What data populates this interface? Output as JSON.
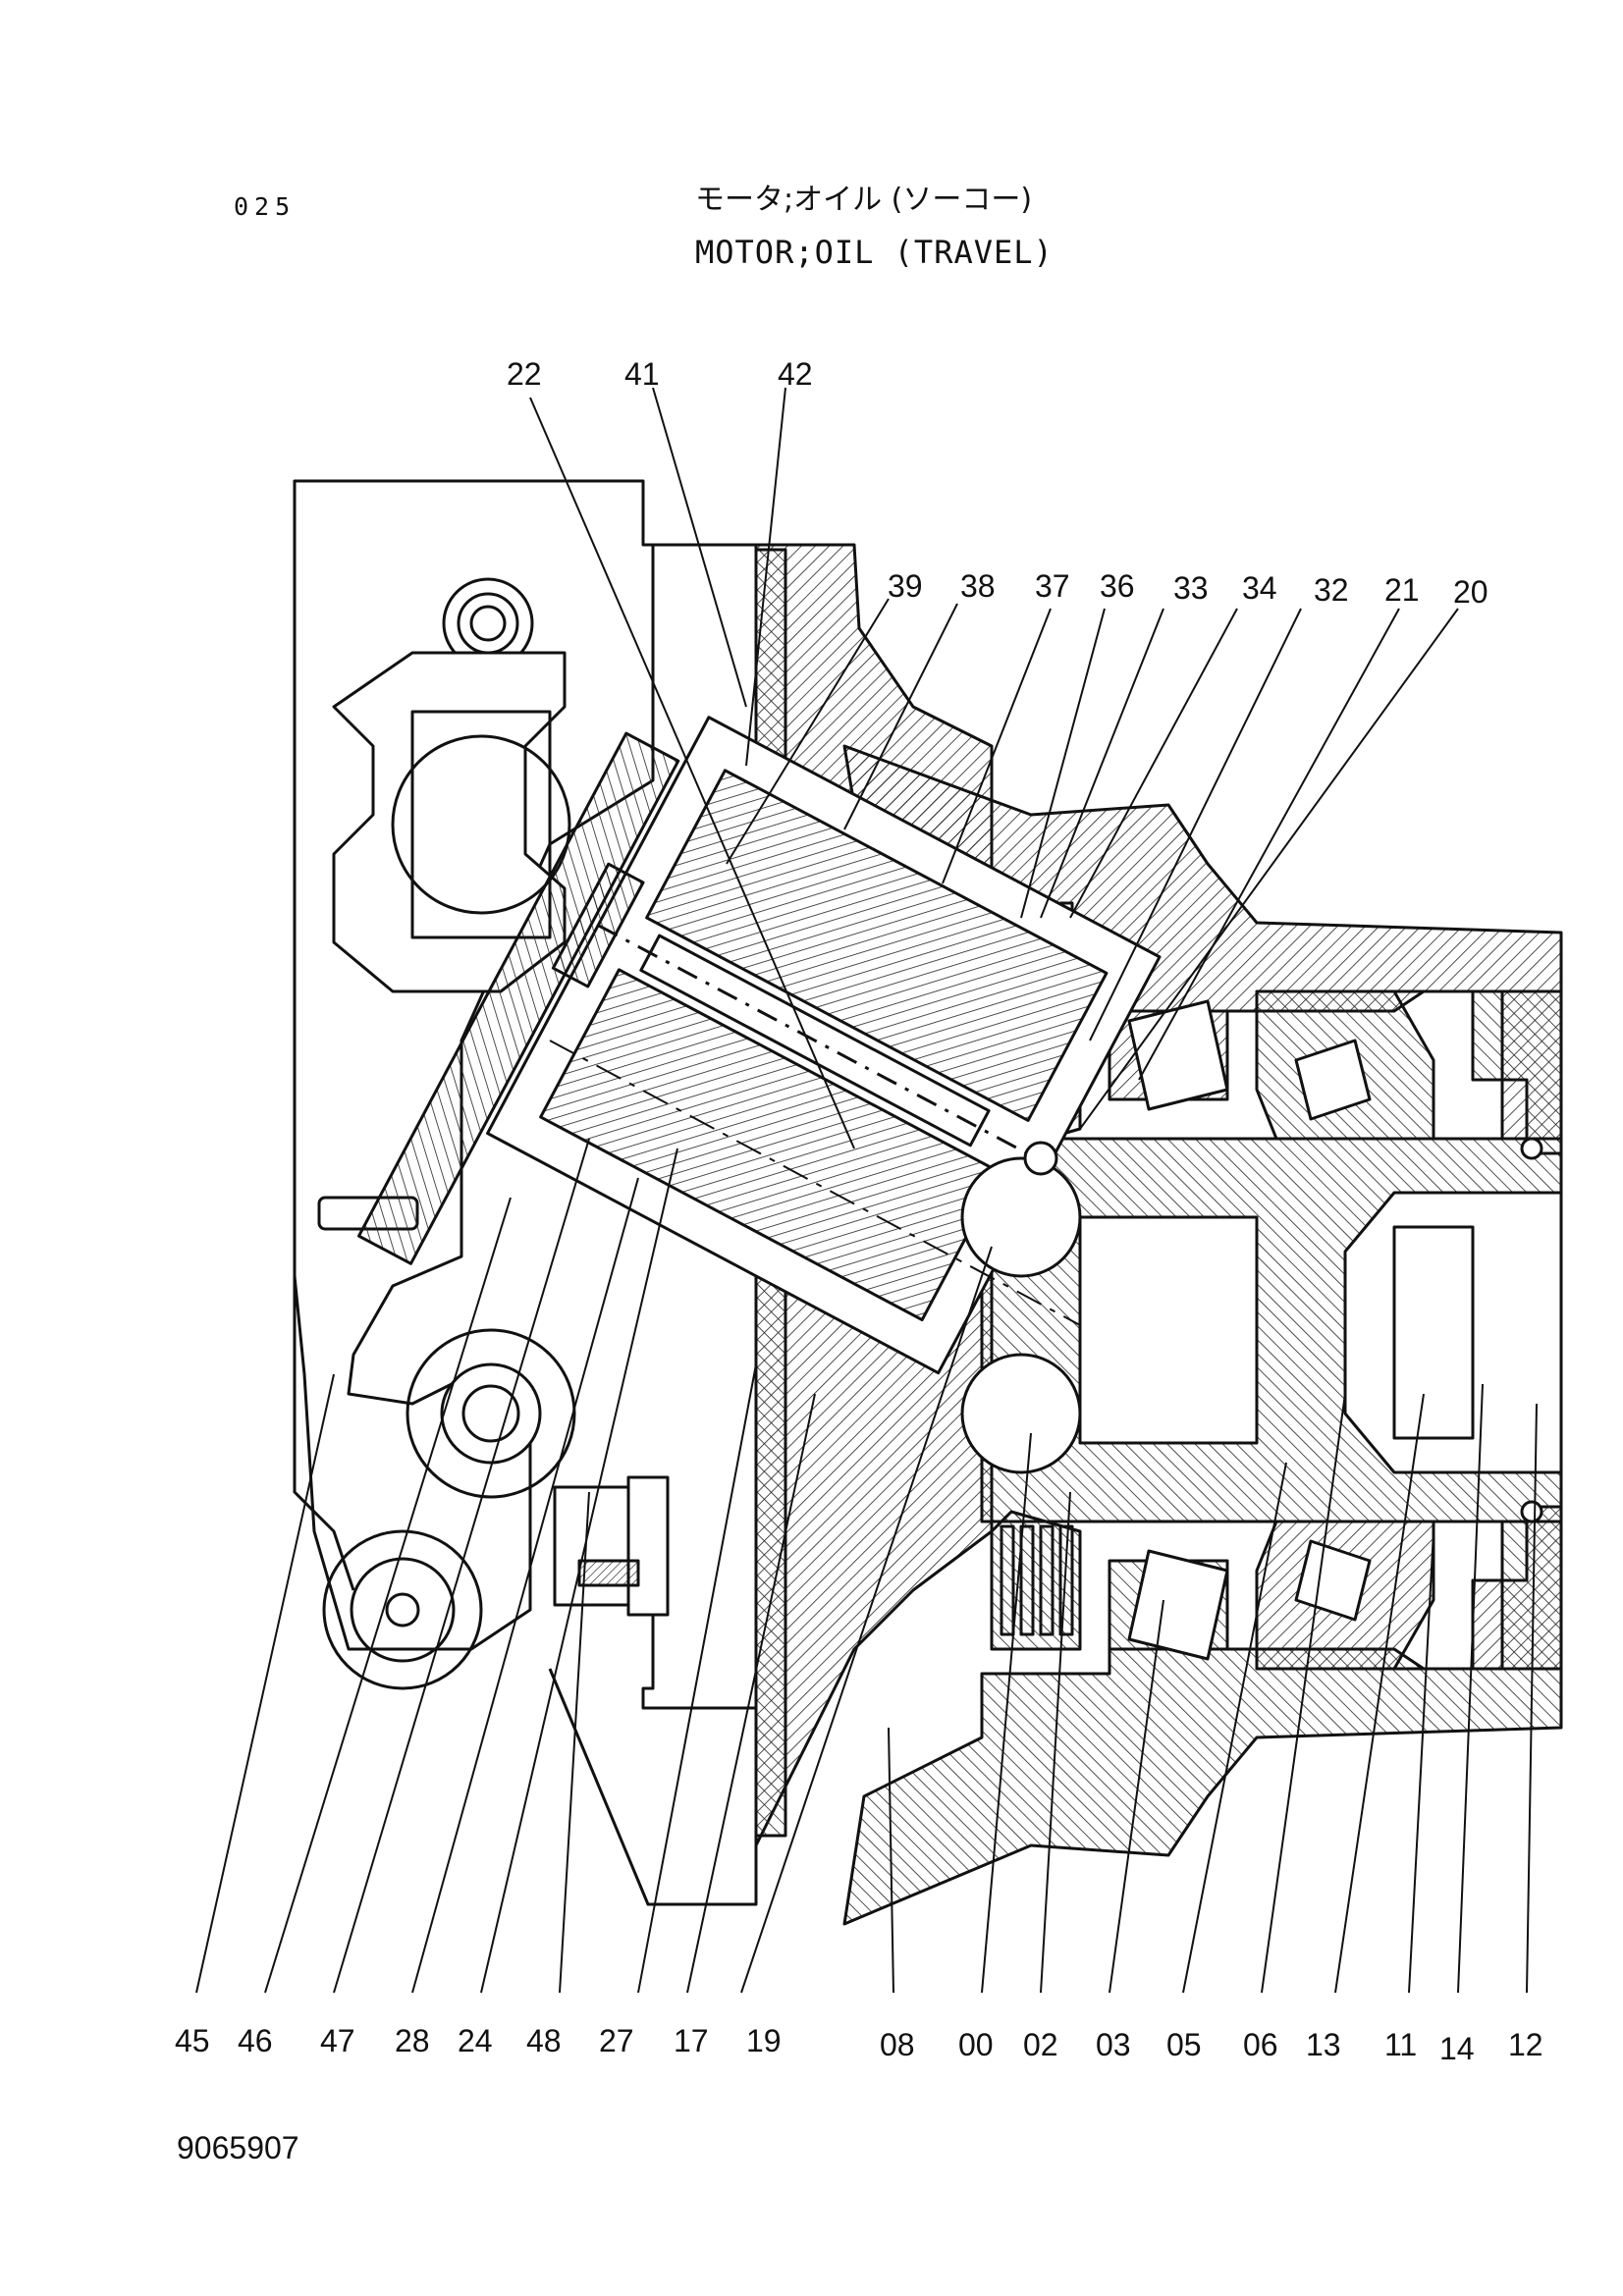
{
  "header": {
    "page_number": "025",
    "title_jp": "モータ;オイル (ソーコー)",
    "title_en": "MOTOR;OIL (TRAVEL)"
  },
  "callouts": {
    "top": [
      "22",
      "41",
      "42",
      "39",
      "38",
      "37",
      "36",
      "33",
      "34",
      "32",
      "21",
      "20"
    ],
    "bottom": [
      "45",
      "46",
      "47",
      "28",
      "24",
      "48",
      "27",
      "17",
      "19",
      "08",
      "00",
      "02",
      "03",
      "05",
      "06",
      "13",
      "11",
      "14",
      "12"
    ]
  },
  "footer": {
    "drawing_number": "9065907"
  }
}
